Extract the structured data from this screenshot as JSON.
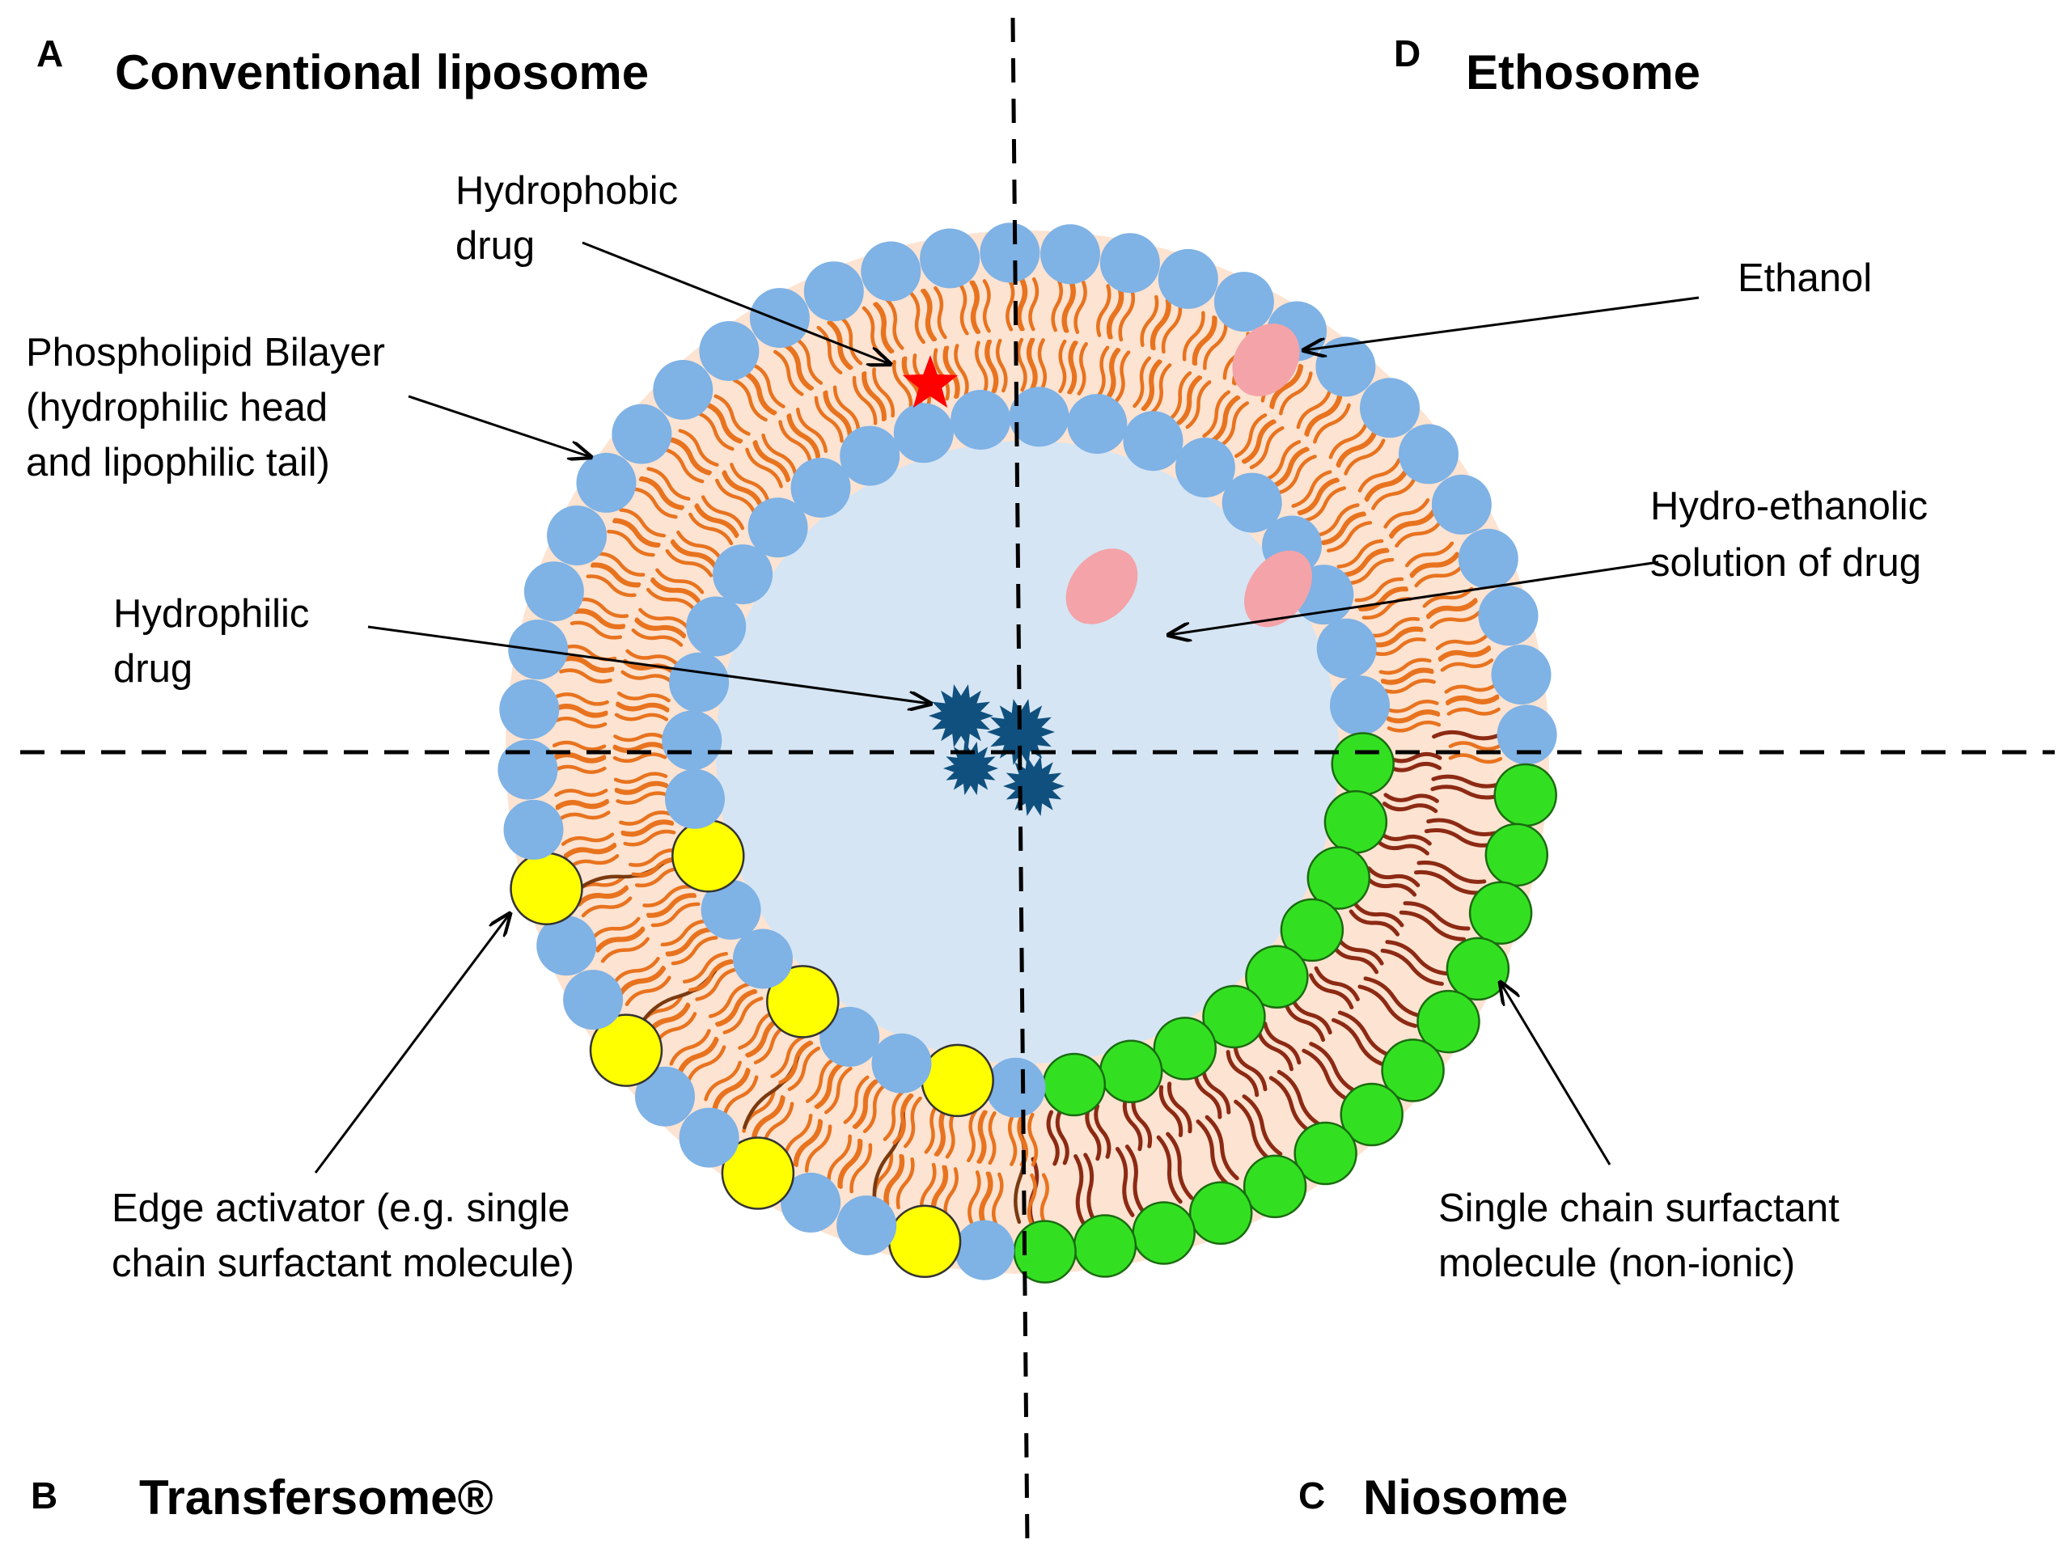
{
  "quadrants": {
    "a": {
      "letter": "A",
      "title": "Conventional liposome"
    },
    "b": {
      "letter": "B",
      "title": "Transfersome®"
    },
    "c": {
      "letter": "C",
      "title": "Niosome"
    },
    "d": {
      "letter": "D",
      "title": "Ethosome"
    }
  },
  "labels": {
    "hydrophobic_drug": [
      "Hydrophobic",
      "drug"
    ],
    "phospholipid_bilayer": [
      "Phospholipid  Bilayer",
      "(hydrophilic  head",
      "and lipophilic tail)"
    ],
    "hydrophilic_drug": [
      "Hydrophilic",
      "drug"
    ],
    "ethanol": [
      "Ethanol"
    ],
    "hydro_ethanolic": [
      "Hydro-ethanolic",
      "solution of drug"
    ],
    "edge_activator": [
      "Edge  activator (e.g. single",
      "chain surfactant molecule)"
    ],
    "single_chain": [
      "Single chain surfactant",
      "molecule  (non-ionic)"
    ]
  },
  "colors": {
    "phospholipid_head": "#7fb2e5",
    "bilayer_fill": "#fde3d1",
    "core_fill": "#d5e5f4",
    "tail": "#e8731f",
    "tail_dark": "#8c2a14",
    "tail_brown": "#7a3a10",
    "edge_activator": "#ffff00",
    "surfactant": "#33e021",
    "ethanol": "#f4a3a8",
    "hydrophilic_drug": "#10507e",
    "hydrophobic_drug": "#ff0000"
  }
}
